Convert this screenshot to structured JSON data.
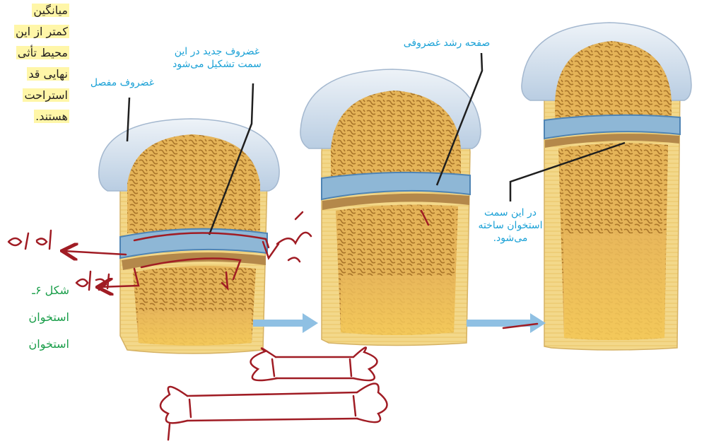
{
  "side_text": {
    "lines": [
      "میانگین",
      "کمتر از این",
      "محیط تأثی",
      "نهایی قد",
      "استراحت",
      "هستند."
    ]
  },
  "figure_caption": {
    "lines": [
      "شکل ۶ـ",
      "استخوان",
      "استخوان"
    ]
  },
  "labels": {
    "articular_cartilage": "غضروف مفصل",
    "new_cartilage": "غضروف جدید در این سمت تشکیل می‌شود",
    "growth_plate": "صفحه رشد غضروفی",
    "new_bone": "در این سمت استخوان ساخته می‌شود."
  },
  "colors": {
    "label_blue": "#1aa1d6",
    "highlight": "#fff6a8",
    "caption_green": "#1a9e4a",
    "handwriting_red": "#a01c24",
    "bone_cortex": "#f1d37e",
    "marrow": "#e8b961",
    "cartilage": "#c8d9ea",
    "growth_plate_blue": "#6f9fc4",
    "arrow_blue": "#8fc0e3"
  }
}
